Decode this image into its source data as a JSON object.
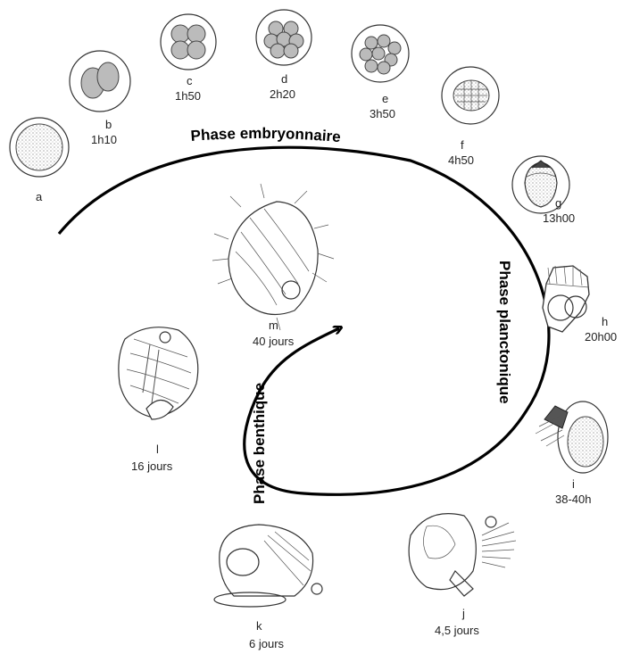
{
  "phases": {
    "embryonnaire": "Phase embryonnaire",
    "planctonique": "Phase planctonique",
    "benthique": "Phase benthique"
  },
  "stages": [
    {
      "id": "a",
      "letter": "a",
      "time": ""
    },
    {
      "id": "b",
      "letter": "b",
      "time": "1h10"
    },
    {
      "id": "c",
      "letter": "c",
      "time": "1h50"
    },
    {
      "id": "d",
      "letter": "d",
      "time": "2h20"
    },
    {
      "id": "e",
      "letter": "e",
      "time": "3h50"
    },
    {
      "id": "f",
      "letter": "f",
      "time": "4h50"
    },
    {
      "id": "g",
      "letter": "g",
      "time": "13h00"
    },
    {
      "id": "h",
      "letter": "h",
      "time": "20h00"
    },
    {
      "id": "i",
      "letter": "i",
      "time": "38-40h"
    },
    {
      "id": "j",
      "letter": "j",
      "time": "4,5 jours"
    },
    {
      "id": "k",
      "letter": "k",
      "time": "6 jours"
    },
    {
      "id": "l",
      "letter": "l",
      "time": "16 jours"
    },
    {
      "id": "m",
      "letter": "m",
      "time": "40 jours"
    }
  ]
}
